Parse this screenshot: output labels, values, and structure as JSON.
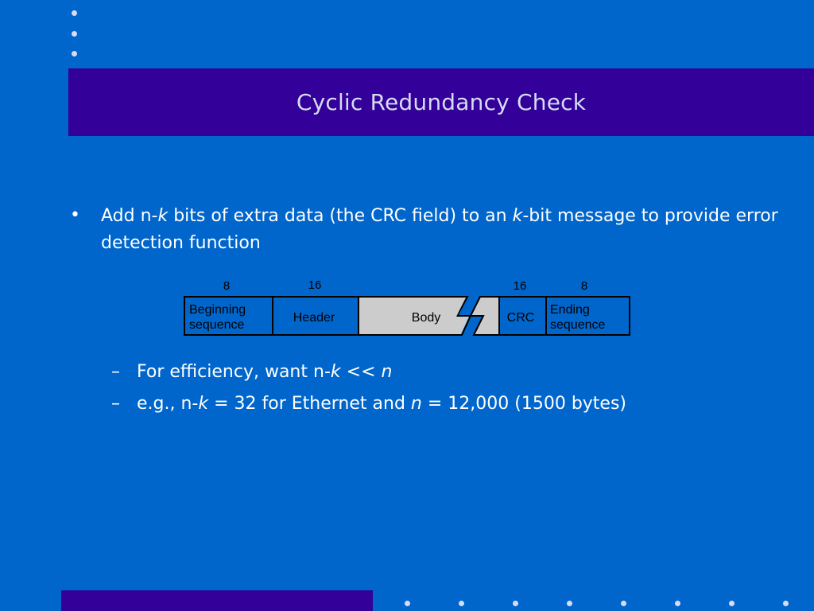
{
  "slide": {
    "title": "Cyclic Redundancy Check",
    "bullet_mark": "•",
    "bullet": {
      "p1": "Add n-",
      "k1": "k",
      "p2": " bits of extra data (the CRC field) to an ",
      "k2": "k",
      "p3": "-bit message to provide error detection function"
    },
    "sub_mark": "–",
    "sub1": {
      "p1": "For efficiency, want n-",
      "k": "k",
      "p2": " << ",
      "n": "n"
    },
    "sub2": {
      "p1": "e.g., n-",
      "k": "k",
      "p2": " = 32  for Ethernet and ",
      "n": "n",
      "p3": " = 12,000 (1500 bytes)"
    }
  },
  "frame_diagram": {
    "sizes": [
      "8",
      "16",
      "16",
      "8"
    ],
    "fields": {
      "beginning_line1": "Beginning",
      "beginning_line2": "sequence",
      "header": "Header",
      "body": "Body",
      "crc": "CRC",
      "ending_line1": "Ending",
      "ending_line2": "sequence"
    }
  },
  "colors": {
    "background": "#0066cc",
    "band": "#330099",
    "title_text": "#d6dcf2",
    "body_field": "#cccccc"
  }
}
